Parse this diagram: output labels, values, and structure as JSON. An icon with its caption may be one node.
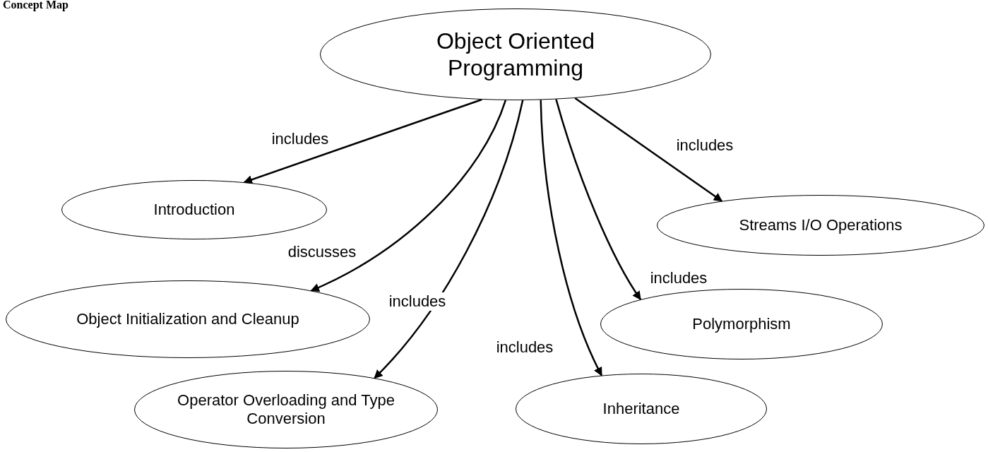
{
  "diagram": {
    "title": "Concept Map",
    "nodes": [
      {
        "text": [
          "Object Oriented Programming"
        ]
      },
      {
        "text": [
          "Introduction"
        ]
      },
      {
        "text": [
          "Streams I/O Operations"
        ]
      },
      {
        "text": [
          "Object Initialization and Cleanup"
        ]
      },
      {
        "text": [
          "Polymorphism"
        ]
      },
      {
        "text": [
          "Operator Overloading and Type Conversion"
        ]
      },
      {
        "text": [
          "Inheritance"
        ]
      }
    ],
    "edges": [
      {
        "from": 0,
        "to": 1,
        "arrow": "to",
        "label": "includes"
      },
      {
        "from": 0,
        "to": 2,
        "arrow": "to",
        "label": "includes"
      },
      {
        "from": 0,
        "to": 3,
        "arrow": "to",
        "label": "discusses"
      },
      {
        "from": 0,
        "to": 5,
        "arrow": "to",
        "label": "includes"
      },
      {
        "from": 0,
        "to": 6,
        "arrow": "to",
        "label": "includes"
      },
      {
        "from": 0,
        "to": 4,
        "arrow": "to",
        "label": "includes"
      }
    ]
  }
}
